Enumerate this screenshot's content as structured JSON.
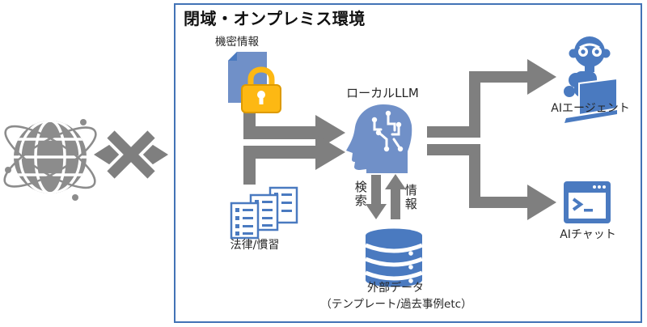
{
  "title": "閉域・オンプレミス環境",
  "nodes": {
    "confidential_label": "機密情報",
    "laws_label": "法律/慣習",
    "llm_label": "ローカルLLM",
    "external_data_label": "外部データ",
    "external_data_note": "（テンプレート/過去事例etc）",
    "ai_agent_label": "AIエージェント",
    "ai_chat_label": "AIチャット"
  },
  "flows": {
    "search_label": "検索",
    "info_label": "情報"
  },
  "icons": {
    "globe": "internet-globe-icon",
    "blocked": "blocked-connection-icon",
    "confidential": "document-lock-icon",
    "laws": "documents-stack-icon",
    "llm": "head-circuit-icon",
    "database": "database-icon",
    "agent": "robot-laptop-icon",
    "chat": "terminal-window-icon"
  },
  "colors": {
    "box_border": "#4273b6",
    "arrow_gray": "#7f7f7f",
    "icon_blue": "#7090c8",
    "icon_blue_strong": "#4a7ac0",
    "lock_gold": "#fdb813",
    "lock_gold_dark": "#dd9a00",
    "globe_gray": "#8c8c8c",
    "text": "#262626"
  }
}
